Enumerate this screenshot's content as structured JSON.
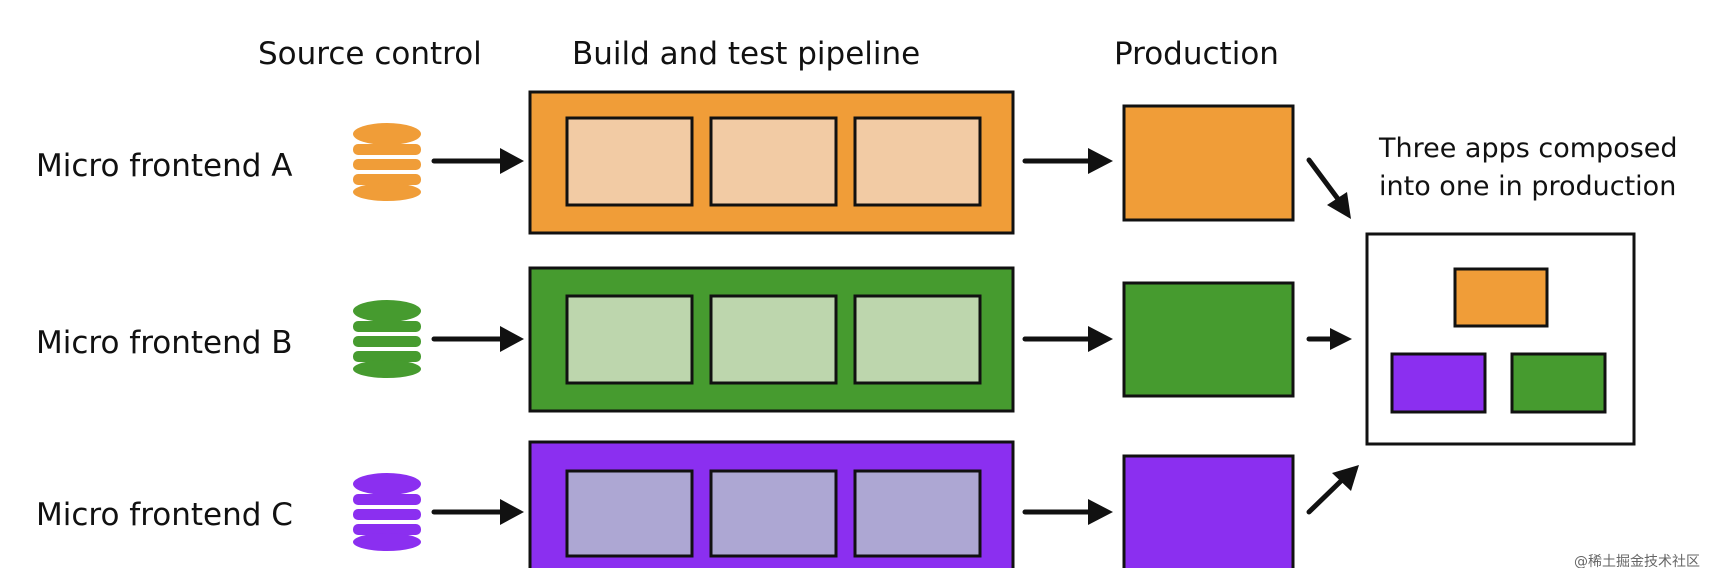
{
  "headers": {
    "source_control": "Source control",
    "pipeline": "Build and test pipeline",
    "production": "Production"
  },
  "rows": [
    {
      "label": "Micro frontend A",
      "color": "#f09d38",
      "light": "#f2cba4",
      "db_icon": "database-icon"
    },
    {
      "label": "Micro frontend B",
      "color": "#469b2f",
      "light": "#bdd6ad",
      "db_icon": "database-icon"
    },
    {
      "label": "Micro frontend C",
      "color": "#8b2ff0",
      "light": "#ada7d3",
      "db_icon": "database-icon"
    }
  ],
  "composed": {
    "note_line1": "Three apps composed",
    "note_line2": "into one in production"
  },
  "watermark": "@稀土掘金技术社区"
}
